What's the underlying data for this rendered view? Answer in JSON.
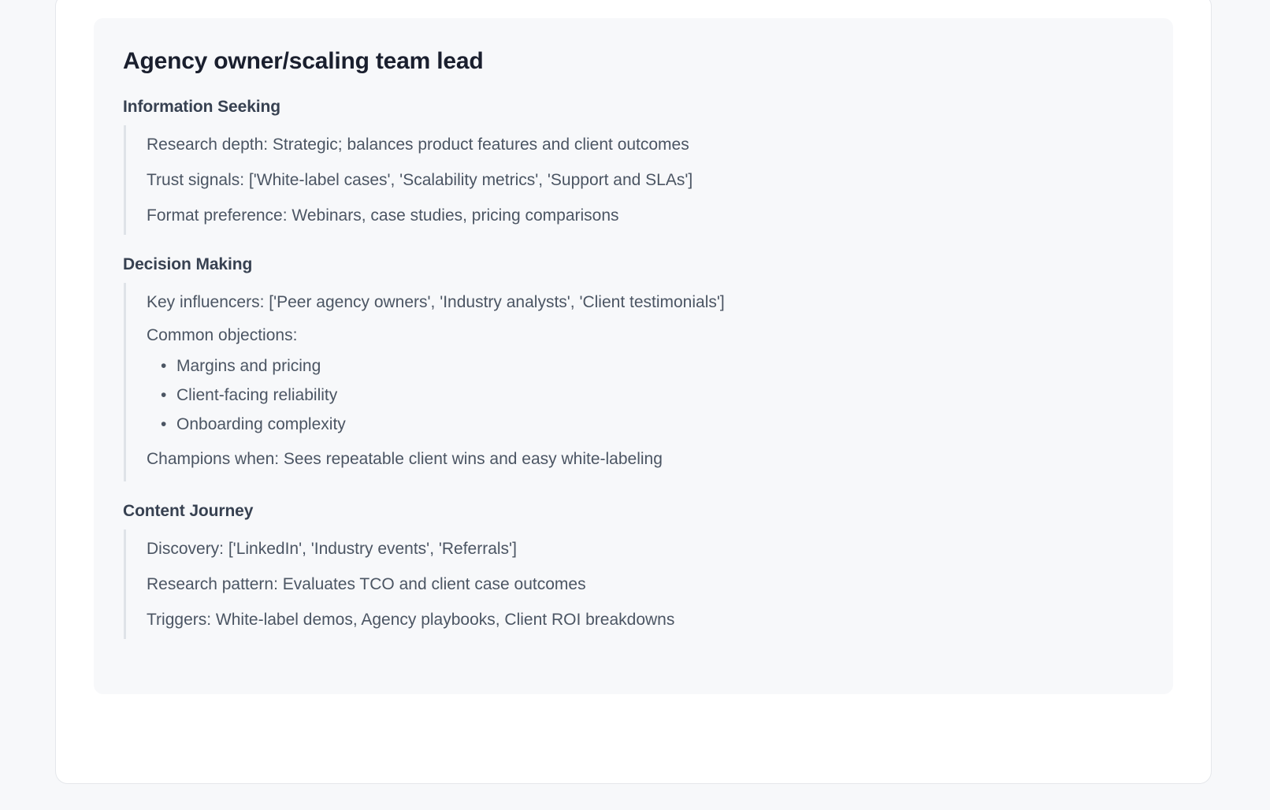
{
  "card": {
    "title": "Agency owner/scaling team lead",
    "sections": [
      {
        "heading": "Information Seeking",
        "rows": [
          "Research depth: Strategic; balances product features and client outcomes",
          "Trust signals: ['White-label cases', 'Scalability metrics', 'Support and SLAs']",
          "Format preference: Webinars, case studies, pricing comparisons"
        ]
      },
      {
        "heading": "Decision Making",
        "rows": [
          "Key influencers: ['Peer agency owners', 'Industry analysts', 'Client testimonials']",
          "Common objections:"
        ],
        "bullets": [
          "Margins and pricing",
          "Client-facing reliability",
          "Onboarding complexity"
        ],
        "closing_row": "Champions when: Sees repeatable client wins and easy white-labeling"
      },
      {
        "heading": "Content Journey",
        "rows": [
          "Discovery: ['LinkedIn', 'Industry events', 'Referrals']",
          "Research pattern: Evaluates TCO and client case outcomes",
          "Triggers: White-label demos, Agency playbooks, Client ROI breakdowns"
        ]
      }
    ]
  },
  "colors": {
    "page_background": "#f7f8fa",
    "card_background": "#ffffff",
    "panel_background": "#f7f8fa",
    "card_border": "#e5e7eb",
    "accent_rule": "#dfe3e8",
    "title_text": "#1a1f2e",
    "heading_text": "#374151",
    "body_text": "#4b5563"
  }
}
